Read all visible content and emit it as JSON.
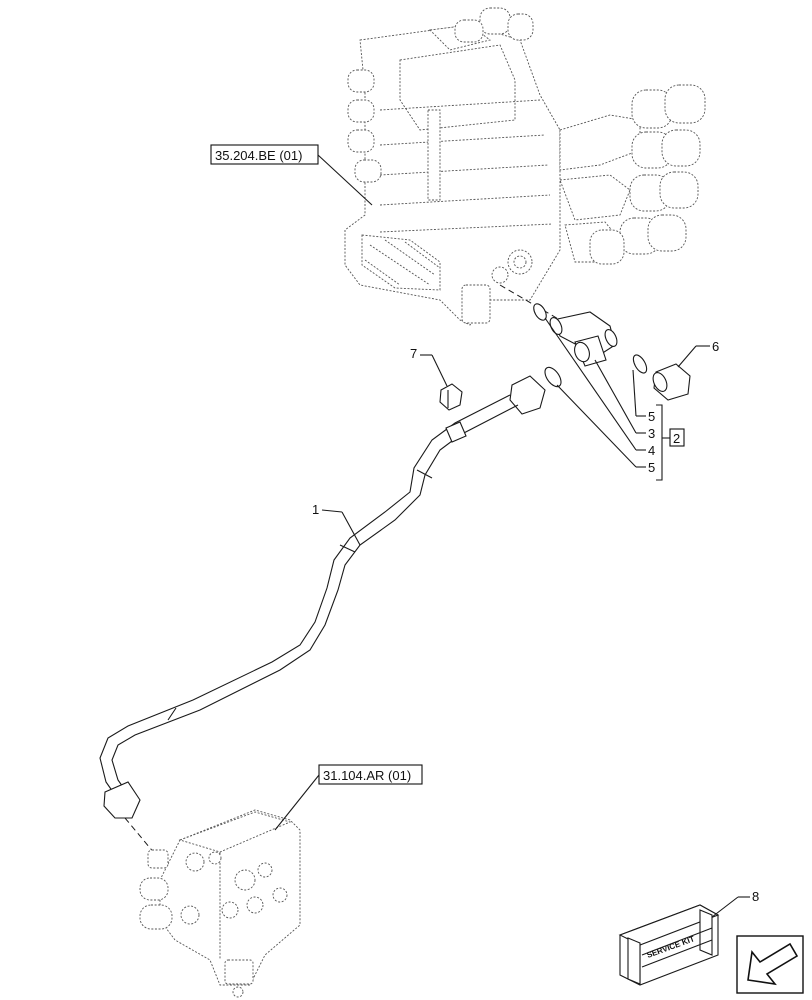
{
  "references": {
    "upper_valve": "35.204.BE (01)",
    "lower_valve": "31.104.AR (01)"
  },
  "callouts": {
    "c1": "1",
    "c2": "2",
    "c3": "3",
    "c4": "4",
    "c5a": "5",
    "c5b": "5",
    "c6": "6",
    "c7": "7",
    "c8": "8"
  },
  "kit_label": "SERVICE KIT",
  "icons": {
    "navigation": "arrow-down-left-icon"
  }
}
